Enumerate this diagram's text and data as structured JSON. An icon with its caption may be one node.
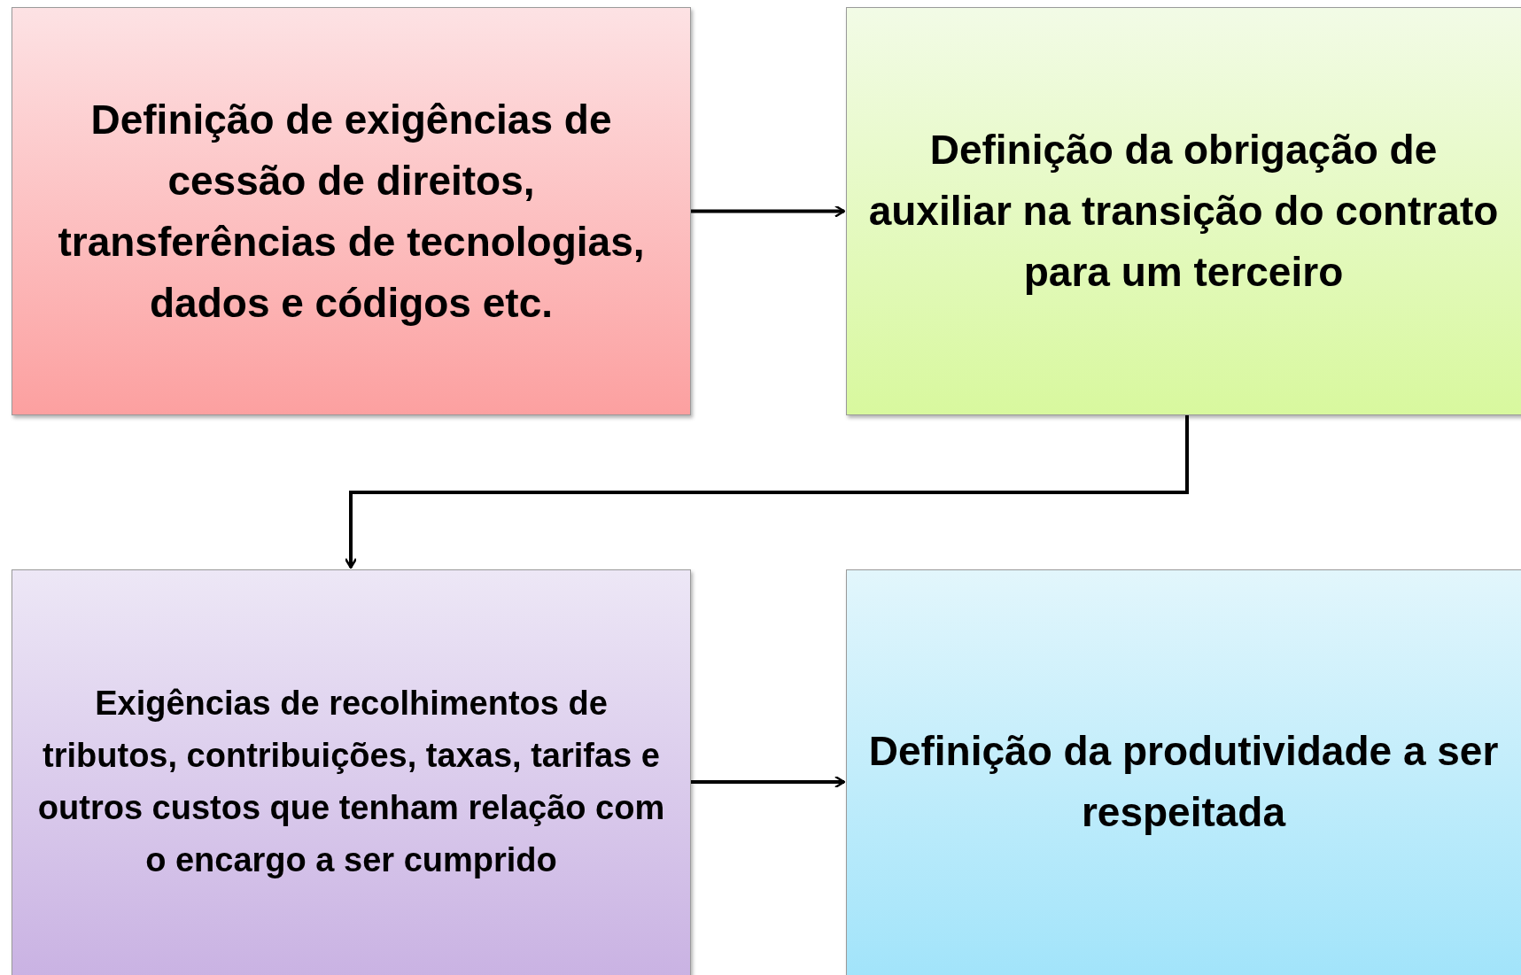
{
  "diagram": {
    "nodes": [
      {
        "text": [
          "Definição de exigências de cessão de direitos, transferências de tecnologias, dados e códigos etc."
        ]
      },
      {
        "text": [
          "Definição da obrigação de auxiliar na transição do contrato para um terceiro"
        ]
      },
      {
        "text": [
          "Exigências de recolhimentos de tributos, contribuições, taxas, tarifas e outros custos que tenham relação com o encargo a ser cumprido"
        ]
      },
      {
        "text": [
          "Definição da produtividade a ser respeitada"
        ]
      }
    ],
    "edges": [
      {
        "from": 0,
        "to": 1,
        "arrow": "to"
      },
      {
        "from": 1,
        "to": 2,
        "arrow": "to"
      },
      {
        "from": 2,
        "to": 3,
        "arrow": "to"
      }
    ]
  }
}
